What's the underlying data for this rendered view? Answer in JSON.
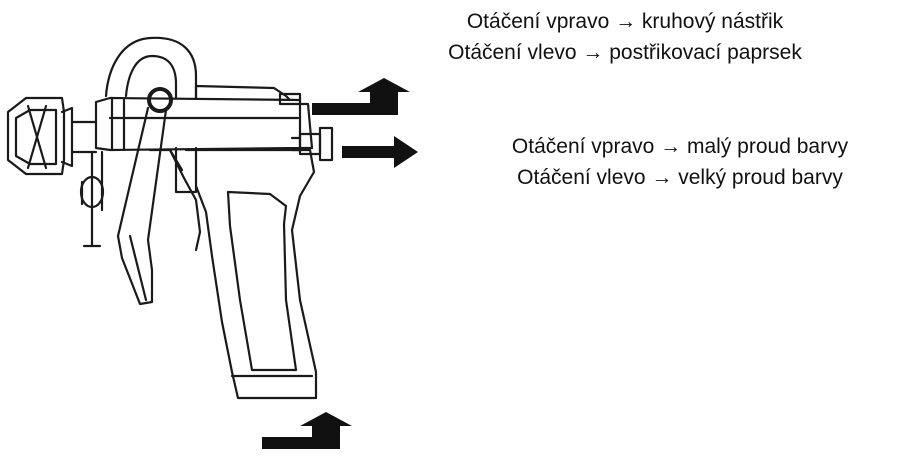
{
  "labels": {
    "pattern_right": "Otáčení vpravo → kruhový nástřik",
    "pattern_left": "Otáčení vlevo → postřikovací paprsek",
    "fluid_right": "Otáčení vpravo → malý proud barvy",
    "fluid_left": "Otáčení vlevo → velký proud barvy"
  },
  "colors": {
    "line": "#1a1a1a",
    "arrow": "#111111"
  }
}
